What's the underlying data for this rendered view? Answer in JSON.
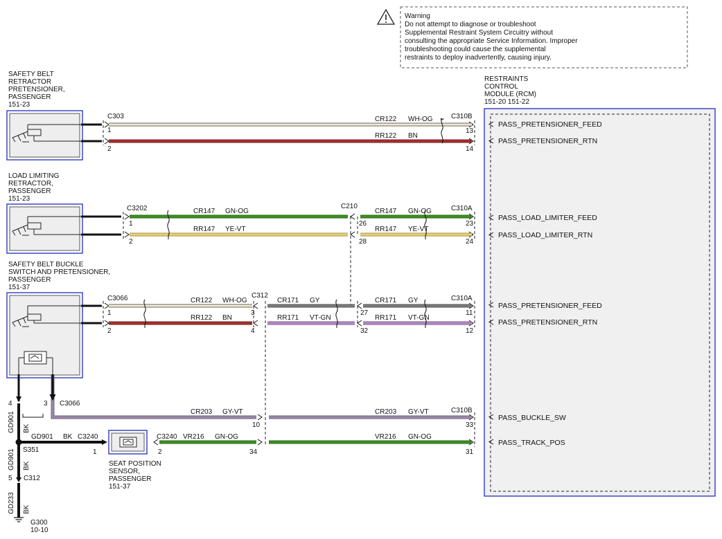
{
  "warning": {
    "lines": [
      "Warning",
      "Do not attempt to diagnose or troubleshoot",
      "Supplemental Restraint System Circuitry without",
      "consulting the appropriate Service Information. Improper",
      "troubleshooting could cause the supplemental",
      "restraints to deploy inadvertently, causing injury."
    ]
  },
  "rcm": {
    "label_lines": [
      "RESTRAINTS",
      "CONTROL",
      "MODULE (RCM)",
      "151-20    151-22"
    ],
    "signals": [
      "PASS_PRETENSIONER_FEED",
      "PASS_PRETENSIONER_RTN",
      "PASS_LOAD_LIMITER_FEED",
      "PASS_LOAD_LIMITER_RTN",
      "PASS_PRETENSIONER_FEED",
      "PASS_PRETENSIONER_RTN",
      "PASS_BUCKLE_SW",
      "PASS_TRACK_POS"
    ]
  },
  "components": {
    "retractor_pretensioner": [
      "SAFETY BELT",
      "RETRACTOR",
      "PRETENSIONER,",
      "PASSENGER",
      "151-23"
    ],
    "load_limiting_retractor": [
      "LOAD LIMITING",
      "RETRACTOR,",
      "PASSENGER",
      "151-23"
    ],
    "buckle_switch": [
      "SAFETY BELT BUCKLE",
      "SWITCH AND PRETENSIONER,",
      "PASSENGER",
      "151-37"
    ],
    "seat_position_sensor": [
      "SEAT POSITION",
      "SENSOR,",
      "PASSENGER",
      "151-37"
    ]
  },
  "connectors": {
    "c303": "C303",
    "c310b_top": "C310B",
    "c3202": "C3202",
    "c210": "C210",
    "c310a_mid": "C310A",
    "c3066_top": "C3066",
    "c312_top": "C312",
    "c310a_low": "C310A",
    "c3066_low": "C3066",
    "c310b_low": "C310B",
    "c3240_left": "C3240",
    "c3240_right": "C3240",
    "s351": "S351",
    "c312_bottom": "C312",
    "g300": "G300",
    "g300_ref": "10-10"
  },
  "circuits": {
    "cr122": "CR122",
    "rr122": "RR122",
    "cr147": "CR147",
    "rr147": "RR147",
    "cr171": "CR171",
    "rr171": "RR171",
    "cr203": "CR203",
    "vr216": "VR216",
    "gd901": "GD901",
    "gd233": "GD233"
  },
  "wire_colors": {
    "wh_og": "WH-OG",
    "bn": "BN",
    "gn_og": "GN-OG",
    "ye_vt": "YE-VT",
    "gy": "GY",
    "vt_gn": "VT-GN",
    "gy_vt": "GY-VT",
    "bk": "BK"
  },
  "pins": {
    "p1": "1",
    "p2": "2",
    "p3": "3",
    "p4": "4",
    "p5": "5",
    "p10": "10",
    "p11": "11",
    "p12": "12",
    "p13": "13",
    "p14": "14",
    "p23": "23",
    "p24": "24",
    "p26": "26",
    "p27": "27",
    "p28": "28",
    "p31": "31",
    "p32": "32",
    "p33": "33",
    "p34": "34"
  },
  "palette": {
    "wh_og": "#f3ead0",
    "bn": "#a4302e",
    "gn_og": "#3f8f22",
    "ye_vt": "#e6d27a",
    "gy": "#7d7d7d",
    "vt_gn": "#b48ec4",
    "gy_vt": "#9c8aa8",
    "module_border": "#3b47c8",
    "module_fill": "#f0f0f0"
  }
}
